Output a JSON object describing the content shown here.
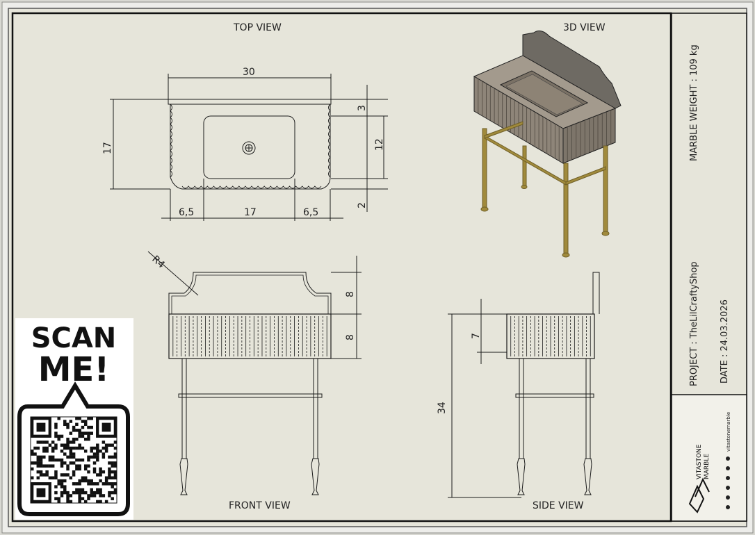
{
  "views": {
    "top": "TOP VIEW",
    "three_d": "3D VIEW",
    "front": "FRONT VIEW",
    "side": "SIDE VIEW"
  },
  "dimensions": {
    "top_width": "30",
    "top_depth": "17",
    "top_right_a": "3",
    "top_right_b": "12",
    "top_right_c": "2",
    "bottom_left": "6,5",
    "bottom_mid": "17",
    "bottom_right": "6,5",
    "radius": "R4",
    "front_a": "8",
    "front_b": "8",
    "side_a": "7",
    "side_height": "34"
  },
  "title_block": {
    "weight": "MARBLE WEIGHT : 109 kg",
    "project": "PROJECT : TheLilCraftyShop",
    "date": "DATE : 24.03.2026",
    "brand_line1": "VITASTONE",
    "brand_line2": "MARBLE",
    "social": "vitastonemarble"
  },
  "qr": {
    "line1": "SCAN",
    "line2": "ME!"
  },
  "colors": {
    "paper": "#e6e5da",
    "frame": "#d8d8d2",
    "line": "#1a1a1a",
    "marble": "#a39a8d",
    "brass": "#a08a3c"
  }
}
